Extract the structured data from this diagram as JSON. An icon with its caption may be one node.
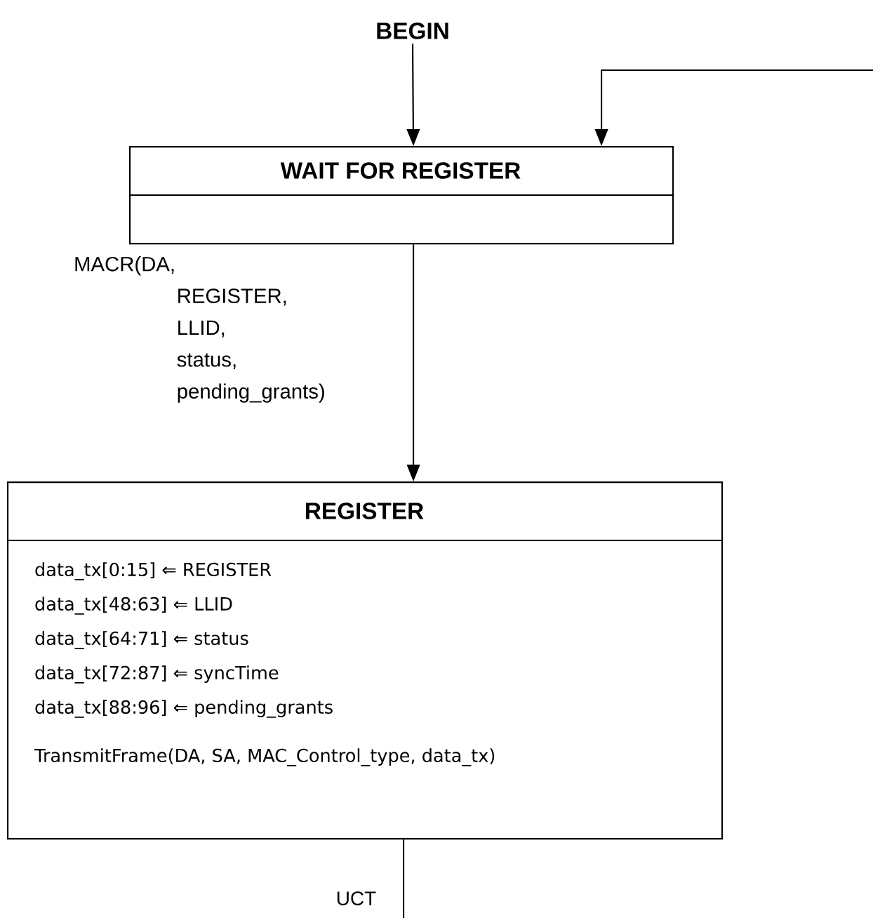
{
  "diagram": {
    "nodes": [
      {
        "text": [
          "BEGIN"
        ]
      },
      {
        "text": [
          "WAIT FOR REGISTER"
        ]
      },
      {
        "text": [
          "REGISTER",
          "data_tx[0:15] ⇐ REGISTER",
          "data_tx[48:63] ⇐ LLID",
          "data_tx[64:71] ⇐ status",
          "data_tx[72:87] ⇐ syncTime",
          "data_tx[88:96] ⇐ pending_grants",
          "TransmitFrame(DA, SA, MAC_Control_type, data_tx)"
        ]
      }
    ],
    "edges": [
      {
        "from": 0,
        "to": 1,
        "arrow": "to"
      },
      {
        "from": null,
        "to": 1,
        "arrow": "to"
      },
      {
        "from": 1,
        "to": 2,
        "arrow": "to",
        "label": "MACR(DA, REGISTER, LLID, status, pending_grants)"
      },
      {
        "from": 2,
        "to": null,
        "arrow": "none",
        "label": "UCT"
      }
    ]
  }
}
